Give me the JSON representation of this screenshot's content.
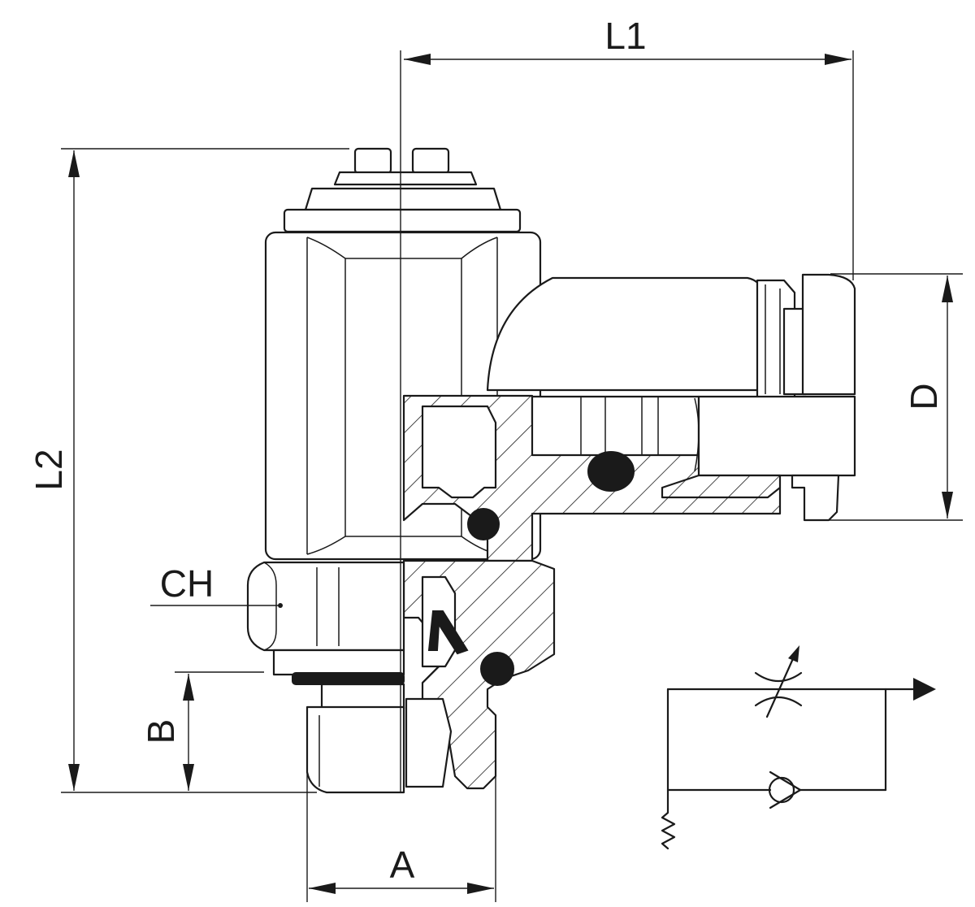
{
  "dimensions": {
    "L1": "L1",
    "L2": "L2",
    "D": "D",
    "CH": "CH",
    "B": "B",
    "A": "A"
  },
  "colors": {
    "line": "#1a1a1a",
    "background": "#ffffff"
  }
}
